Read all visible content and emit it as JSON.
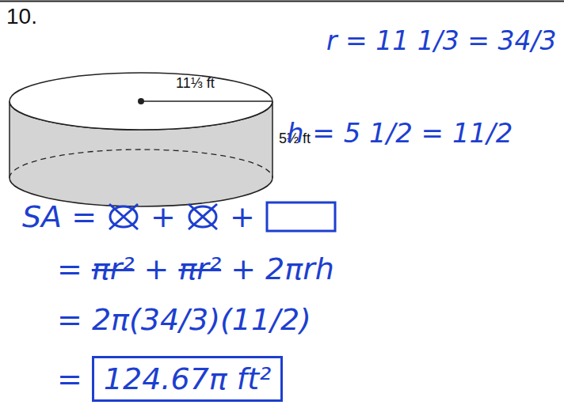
{
  "diagram": {
    "nodes": [
      {
        "text": [
          "124.67π ft²"
        ]
      }
    ],
    "labels": [
      "10.",
      "11⅓ ft",
      "5½ ft",
      "r = 11 1/3 = 34/3",
      "h = 5 1/2 = 11/2",
      "SA =",
      "+",
      "+",
      "=",
      "πr²",
      "+",
      "πr²",
      "+ 2πrh",
      "= 2π(34/3)(11/2)",
      "="
    ]
  }
}
